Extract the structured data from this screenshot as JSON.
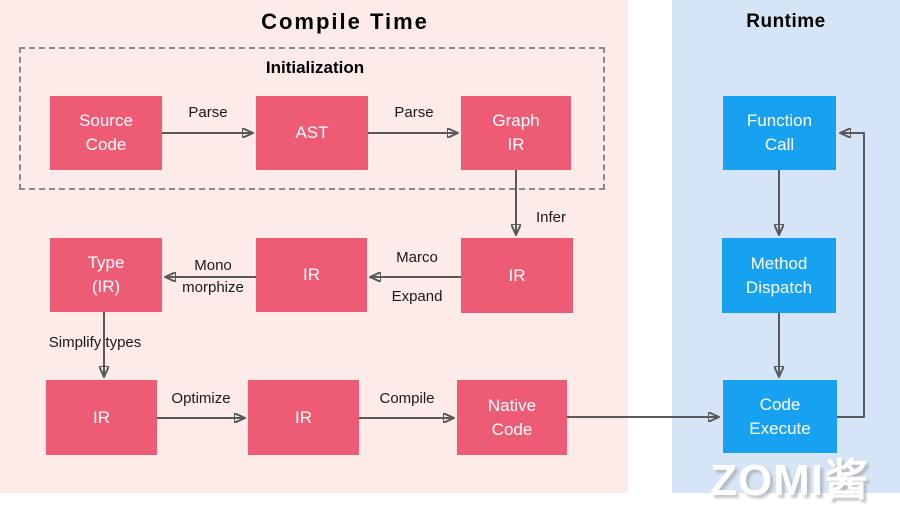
{
  "titles": {
    "compile": "Compile Time",
    "runtime": "Runtime",
    "initialization": "Initialization"
  },
  "watermark": "ZOMI酱",
  "colors": {
    "compile_bg": "#fcebe9",
    "runtime_bg": "#d5e4f6",
    "compile_node": "#ee5b74",
    "runtime_node": "#16a2f0",
    "node_text": "#ffffff",
    "label_text": "#1a1a1a",
    "arrow": "#595959",
    "dashed_border": "#8a8a8a",
    "watermark_text": "#ffffff"
  },
  "nodes": {
    "source_code": "Source\nCode",
    "ast": "AST",
    "graph_ir": "Graph\nIR",
    "type_ir": "Type\n(IR)",
    "ir_expand": "IR",
    "ir_infer": "IR",
    "ir_before_opt": "IR",
    "ir_after_opt": "IR",
    "native_code": "Native\nCode",
    "function_call": "Function\nCall",
    "method_dispatch": "Method\nDispatch",
    "code_execute": "Code\nExecute"
  },
  "edge_labels": {
    "parse1": "Parse",
    "parse2": "Parse",
    "infer": "Infer",
    "marco": "Marco",
    "expand": "Expand",
    "monomorphize": "Mono\nmorphize",
    "simplify_types": "Simplify types",
    "optimize": "Optimize",
    "compile": "Compile"
  }
}
